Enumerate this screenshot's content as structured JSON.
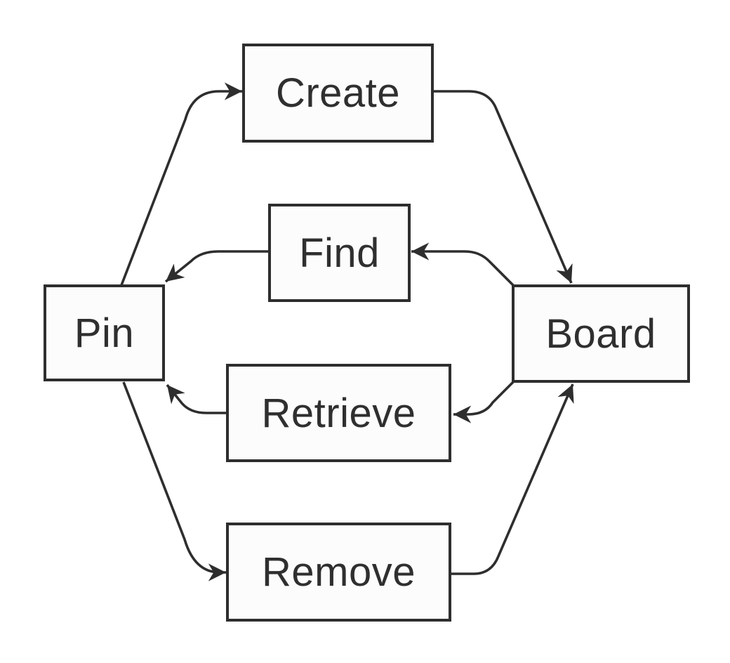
{
  "diagram": {
    "type": "flow-diagram",
    "nodes": [
      {
        "id": "create",
        "label": "Create"
      },
      {
        "id": "find",
        "label": "Find"
      },
      {
        "id": "pin",
        "label": "Pin"
      },
      {
        "id": "board",
        "label": "Board"
      },
      {
        "id": "retrieve",
        "label": "Retrieve"
      },
      {
        "id": "remove",
        "label": "Remove"
      }
    ],
    "edges": [
      {
        "from": "pin",
        "to": "create"
      },
      {
        "from": "create",
        "to": "board"
      },
      {
        "from": "board",
        "to": "find"
      },
      {
        "from": "find",
        "to": "pin"
      },
      {
        "from": "board",
        "to": "retrieve"
      },
      {
        "from": "retrieve",
        "to": "pin"
      },
      {
        "from": "pin",
        "to": "remove"
      },
      {
        "from": "remove",
        "to": "board"
      }
    ],
    "colors": {
      "stroke": "#2e2e2e",
      "node_fill": "#fcfcfc",
      "text": "#2f2f2f",
      "background": "#ffffff"
    }
  }
}
